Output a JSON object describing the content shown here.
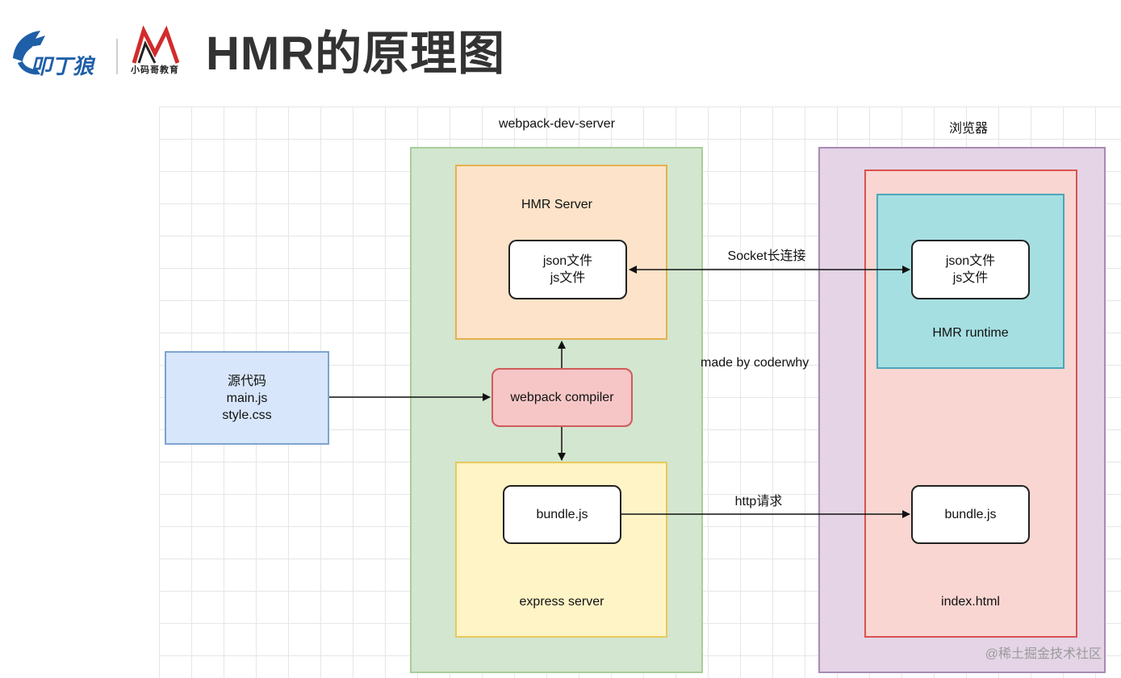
{
  "header": {
    "logo_left": "codewhy wolf logo",
    "logo_left_text": "叩丁狼",
    "logo_right_text": "小码哥教育",
    "title": "HMR的原理图"
  },
  "diagram": {
    "webpack_dev_server_label": "webpack-dev-server",
    "browser_label": "浏览器",
    "hmr_server": {
      "title": "HMR Server",
      "file_line1": "json文件",
      "file_line2": "js文件"
    },
    "compiler": "webpack compiler",
    "express_server": {
      "title": "express server",
      "file": "bundle.js"
    },
    "hmr_runtime": {
      "title": "HMR runtime",
      "file_line1": "json文件",
      "file_line2": "js文件"
    },
    "index_html": {
      "title": "index.html",
      "file": "bundle.js"
    },
    "source": {
      "line1": "源代码",
      "line2": "main.js",
      "line3": "style.css"
    },
    "socket_label": "Socket长连接",
    "http_label": "http请求",
    "credit": "made by coderwhy"
  },
  "watermark": "@稀土掘金技术社区",
  "colors": {
    "webpack_dev_server_fill": "#d3e6cf",
    "hmr_server_fill": "#fde3c9",
    "express_fill": "#fff4c5",
    "browser_fill": "#e4d4e6",
    "index_fill": "#f9d6d2",
    "runtime_fill": "#a6dfe1",
    "source_fill": "#d7e6fb",
    "compiler_fill": "#f6c6c6"
  }
}
